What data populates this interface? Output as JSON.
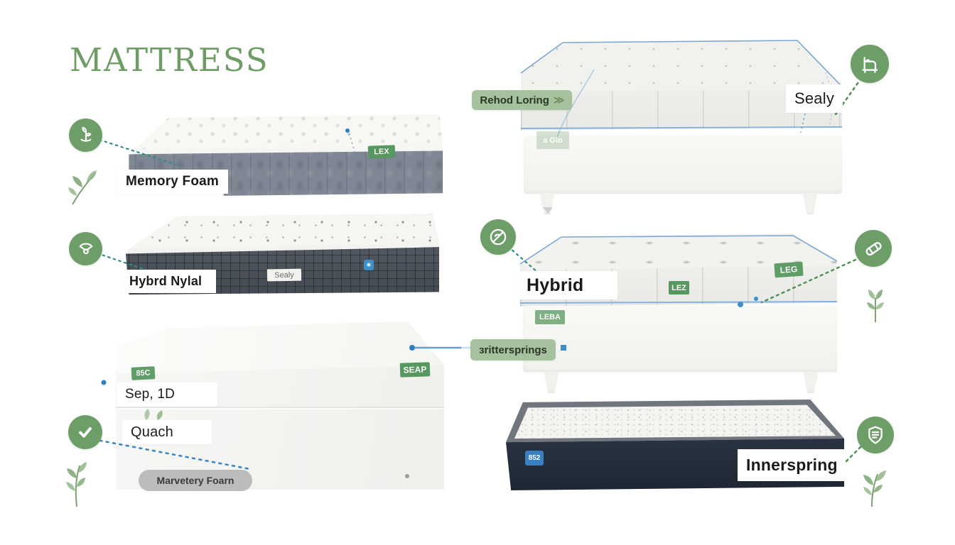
{
  "title": "MATTRESS",
  "colors": {
    "accent_green": "#6f9b66",
    "icon_green": "#6d9e68",
    "badge_green": "#a6c19e",
    "tag_green": "#56985f",
    "trim_blue": "#6f9fd2",
    "chip_blue": "#3f8fc9",
    "memory_foam_side": "#7e8793",
    "hybrid_dark_side": "#4e545e",
    "innerspring_side": "#1e2733",
    "label_text": "#1b1b1b"
  },
  "icons": [
    "sprout-icon",
    "hanging-fabric-icon",
    "check-icon",
    "bed-icon",
    "no-allergen-icon",
    "mattress-icon",
    "shield-coil-icon",
    "leaf-decoration"
  ],
  "left": {
    "memory_foam": {
      "label": "Memory Foam",
      "corner_tag": "LEX"
    },
    "pillow_top": {
      "label": "Hybrd Nylal",
      "side_tag": "Sealy",
      "chip_glyph": "✳"
    },
    "foam_block": {
      "tag_left": "85C",
      "tag_right": "SEAP",
      "label_upper": "Sep, 1D",
      "label_lower": "Quach",
      "pill_label": "Marvetery Foarn"
    }
  },
  "right": {
    "sealy": {
      "badge": "Rehod Loring",
      "badge_arrow": "≫",
      "label": "Sealy",
      "base_tag": "a Glo"
    },
    "hybrid": {
      "label": "Hybrid",
      "top_tag": "LEG",
      "mid_tag": "LEZ",
      "base_tag": "LEBA",
      "badge": "ɜrittersprings"
    },
    "innerspring": {
      "label": "Innerspring",
      "chip": "852"
    }
  }
}
